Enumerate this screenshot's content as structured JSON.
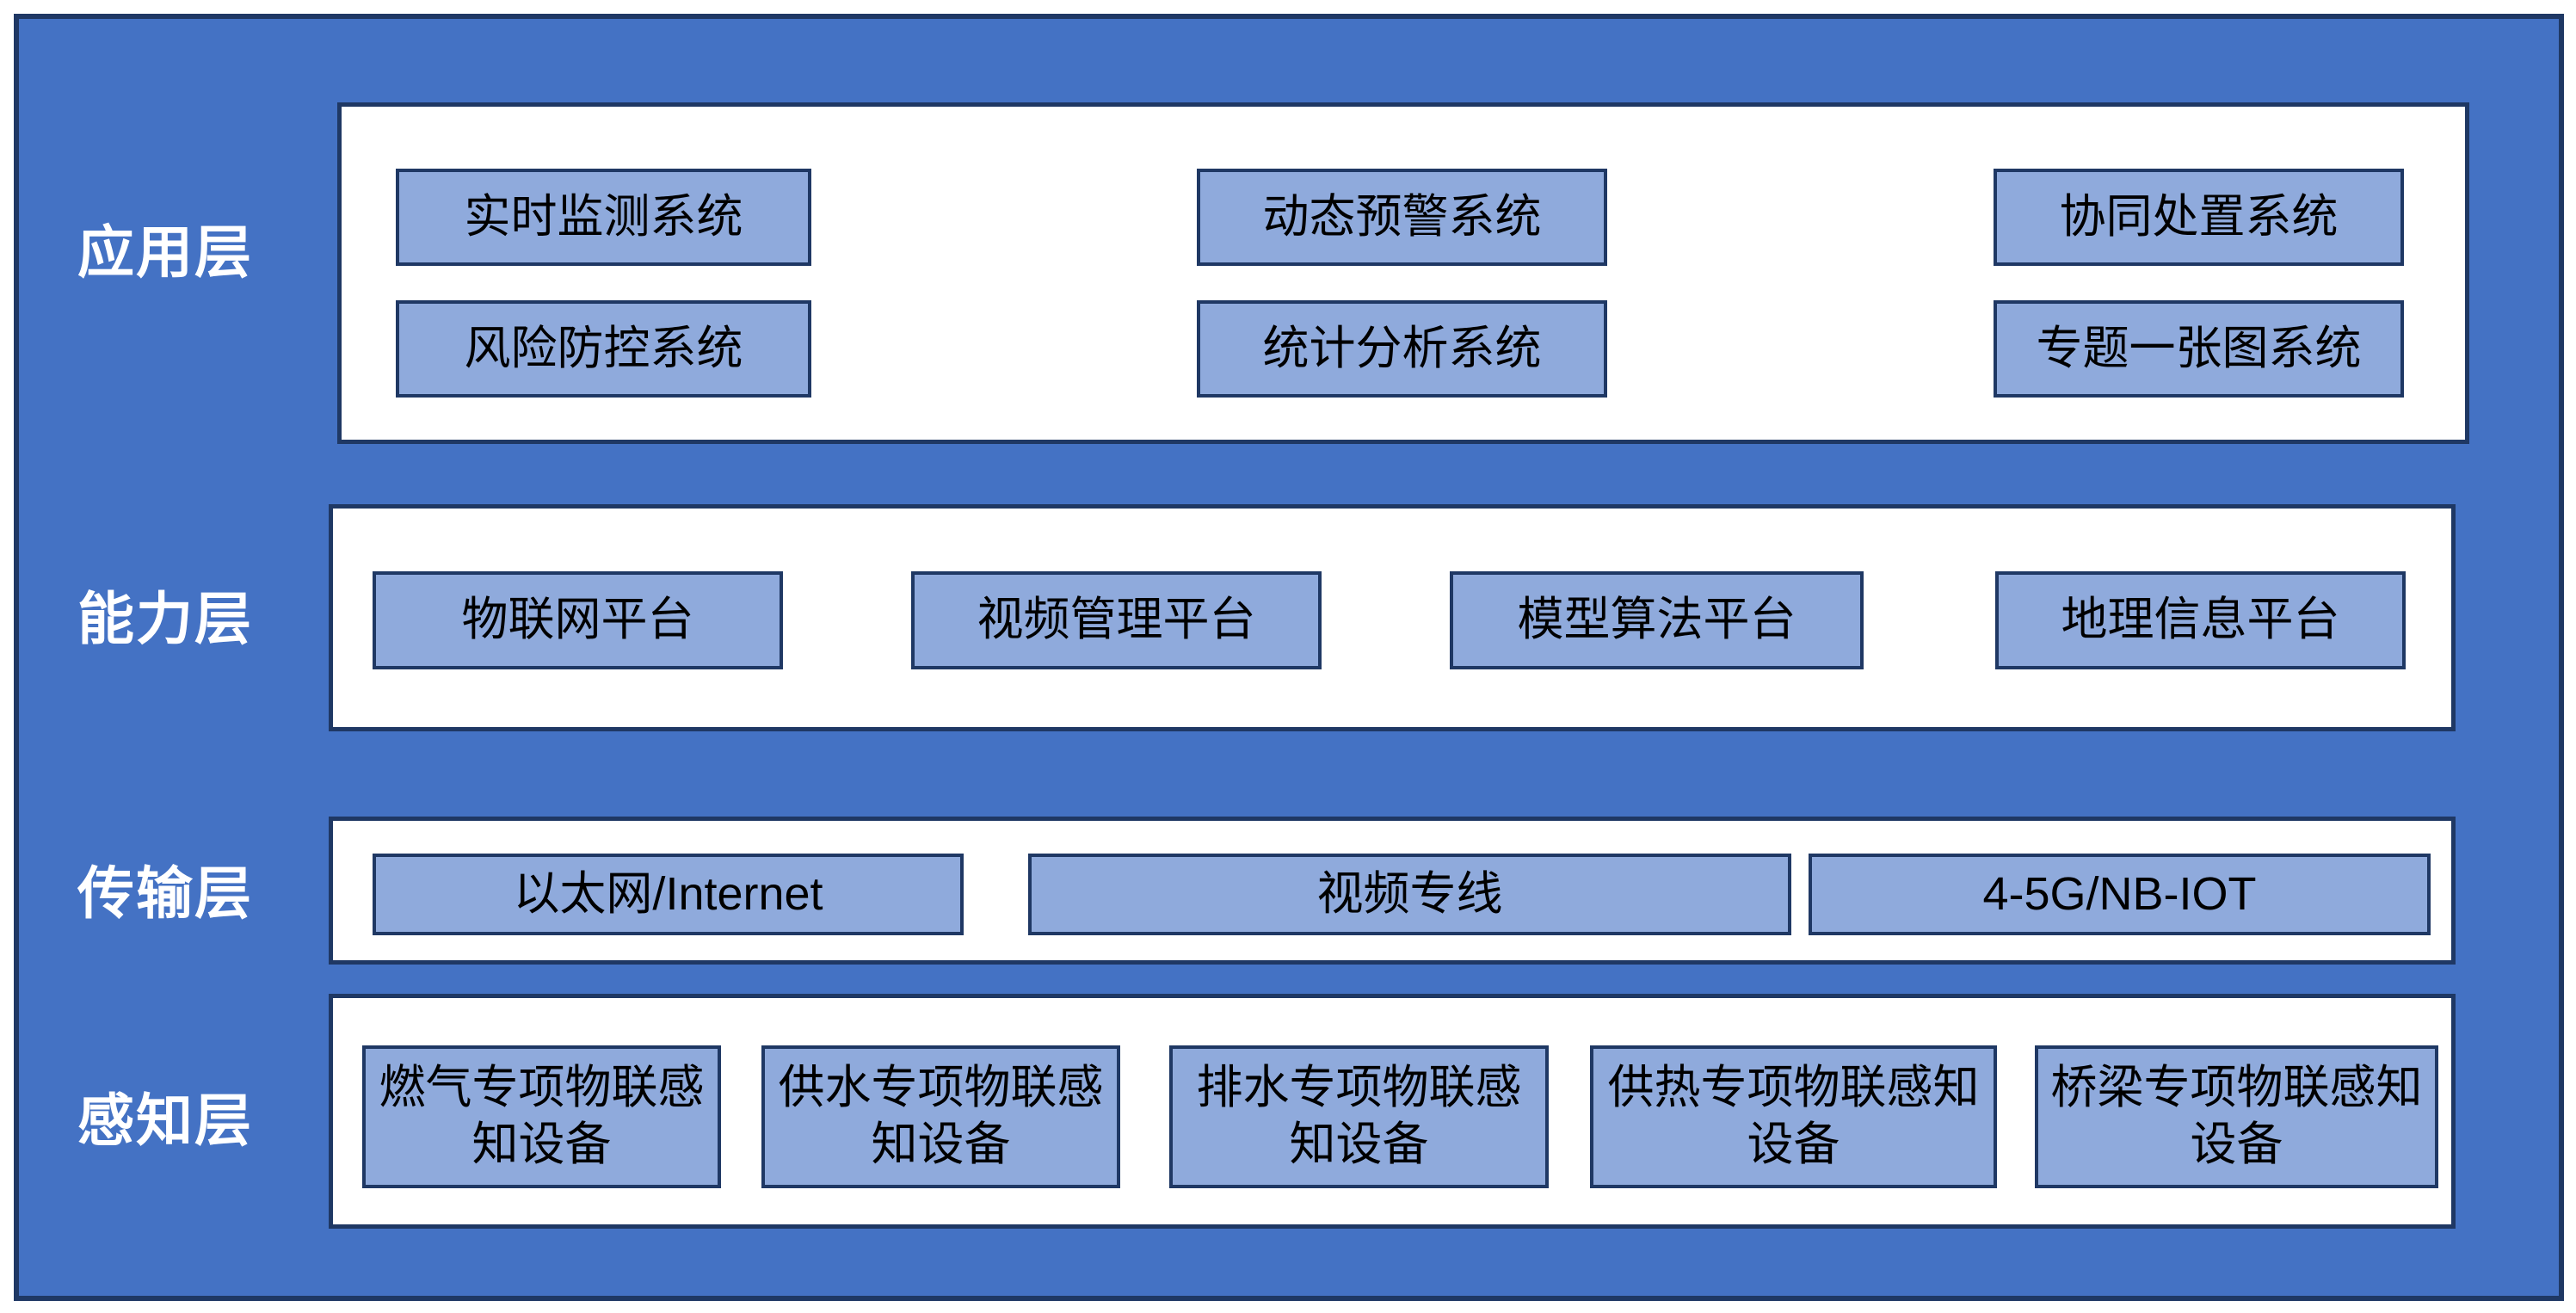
{
  "diagram": {
    "title": "IoT layered architecture diagram",
    "colors": {
      "background_blue": "#4472C4",
      "box_fill": "#8FAADC",
      "border_navy": "#1F3864",
      "row_fill": "#FFFFFF",
      "label_text": "#FFFFFF",
      "box_text": "#000000"
    },
    "layers": [
      {
        "label": "应用层",
        "boxes": [
          "实时监测系统",
          "动态预警系统",
          "协同处置系统",
          "风险防控系统",
          "统计分析系统",
          "专题一张图系统"
        ]
      },
      {
        "label": "能力层",
        "boxes": [
          "物联网平台",
          "视频管理平台",
          "模型算法平台",
          "地理信息平台"
        ]
      },
      {
        "label": "传输层",
        "boxes": [
          "以太网/Internet",
          "视频专线",
          "4-5G/NB-IOT"
        ]
      },
      {
        "label": "感知层",
        "boxes": [
          "燃气专项物联感知设备",
          "供水专项物联感知设备",
          "排水专项物联感知设备",
          "供热专项物联感知设备",
          "桥梁专项物联感知设备"
        ]
      }
    ]
  }
}
